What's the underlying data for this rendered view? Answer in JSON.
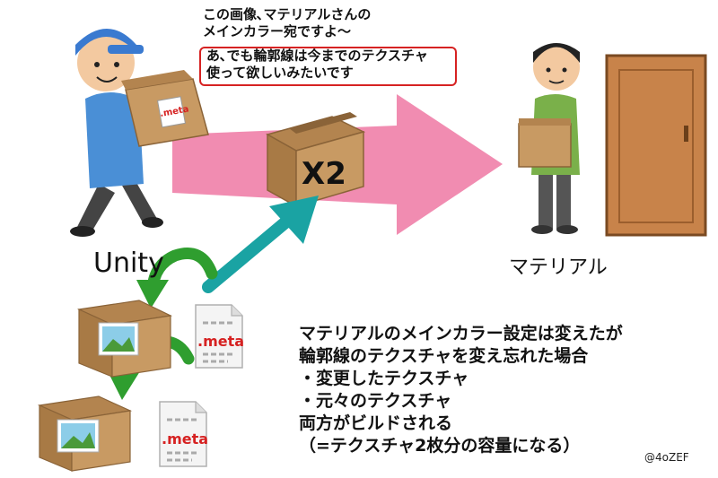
{
  "speech": {
    "line1": "この画像､マテリアルさんの",
    "line2": "メインカラー宛ですよ～",
    "line3": "あ､でも輪郭線は今までのテクスチャ",
    "line4": "使って欲しいみたいです"
  },
  "box_label": "X2",
  "meta_label": ".meta",
  "labels": {
    "unity": "Unity",
    "material": "マテリアル"
  },
  "explanation": [
    "マテリアルのメインカラー設定は変えたが",
    "輪郭線のテクスチャを変え忘れた場合",
    "・変更したテクスチャ",
    "・元々のテクスチャ",
    "両方がビルドされる",
    "（=テクスチャ2枚分の容量になる）"
  ],
  "credit": "@4oZEF",
  "colors": {
    "pink_arrow": "#f07fa8",
    "teal_arrow": "#1aa3a3",
    "green_arrow": "#2f9e2f",
    "box": "#c89a63",
    "door": "#c8834a",
    "speech_border": "#d62222"
  }
}
